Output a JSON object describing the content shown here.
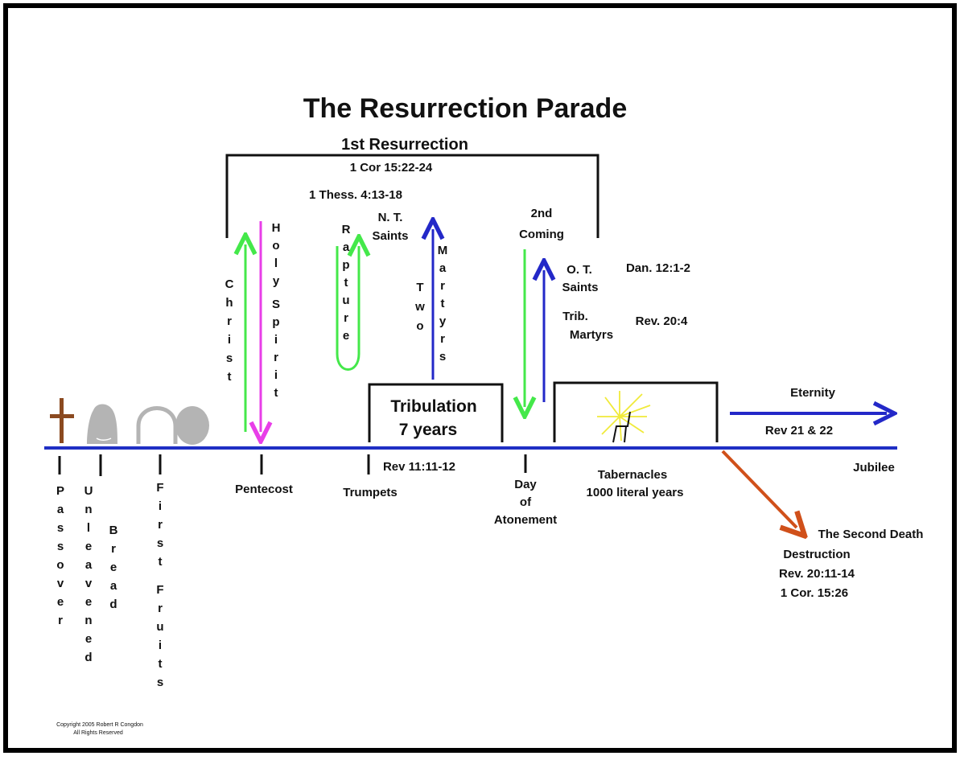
{
  "title": "The Resurrection Parade",
  "first_resurrection": {
    "label": "1st Resurrection",
    "reference": "1 Cor 15:22-24"
  },
  "thess_reference": "1 Thess. 4:13-18",
  "nt_saints": [
    "N. T.",
    "Saints"
  ],
  "second_coming": [
    "2nd",
    "Coming"
  ],
  "ot_saints": [
    "O. T.",
    "Saints"
  ],
  "dan_reference": "Dan. 12:1-2",
  "trib_martyrs": [
    "Trib.",
    "Martyrs"
  ],
  "rev_20_4": "Rev. 20:4",
  "vertical_words": {
    "christ": "Christ",
    "holy": "Holy",
    "spirit": "Spirit",
    "rapture": "Rapture",
    "two": "Two",
    "martyrs": "Martyrs",
    "passover": "Passover",
    "unleavened": "Unleavened",
    "bread": "Bread",
    "first": "First",
    "fruits": "Fruits"
  },
  "tribulation": {
    "line1": "Tribulation",
    "line2": "7 years"
  },
  "rev_11": "Rev 11:11-12",
  "eternity": "Eternity",
  "rev_21_22": "Rev 21 & 22",
  "timeline_labels": {
    "pentecost": "Pentecost",
    "trumpets": "Trumpets",
    "day_of_atonement": [
      "Day",
      "of",
      "Atonement"
    ],
    "tabernacles": [
      "Tabernacles",
      "1000 literal years"
    ],
    "jubilee": "Jubilee"
  },
  "second_death": {
    "title": "The Second Death",
    "lines": [
      "Destruction",
      "Rev. 20:11-14",
      "1 Cor. 15:26"
    ]
  },
  "copyright": [
    "Copyright 2005 Robert R Congdon",
    "All Rights Reserved"
  ],
  "colors": {
    "timeline": "#1f2fc4",
    "green": "#44e84a",
    "magenta": "#e83ee8",
    "blue": "#2328c8",
    "orange": "#d0501a",
    "brown": "#8b4a20",
    "gray": "#b4b4b4",
    "throne_glow": "#f0ea3a"
  }
}
